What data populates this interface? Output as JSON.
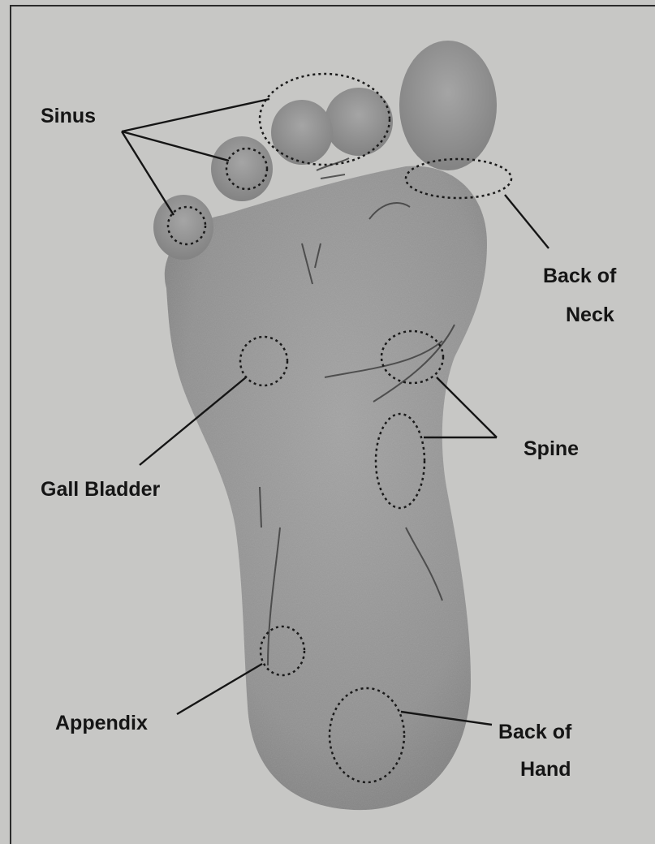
{
  "labels": {
    "sinus": "Sinus",
    "back_of_neck_1": "Back of",
    "back_of_neck_2": "Neck",
    "gall_bladder": "Gall Bladder",
    "spine": "Spine",
    "appendix": "Appendix",
    "back_of_hand_1": "Back of",
    "back_of_hand_2": "Hand"
  },
  "colors": {
    "background": "#c7c7c5",
    "foot": "#979797",
    "foot_dark": "#7c7c7c",
    "ink": "#151515"
  }
}
